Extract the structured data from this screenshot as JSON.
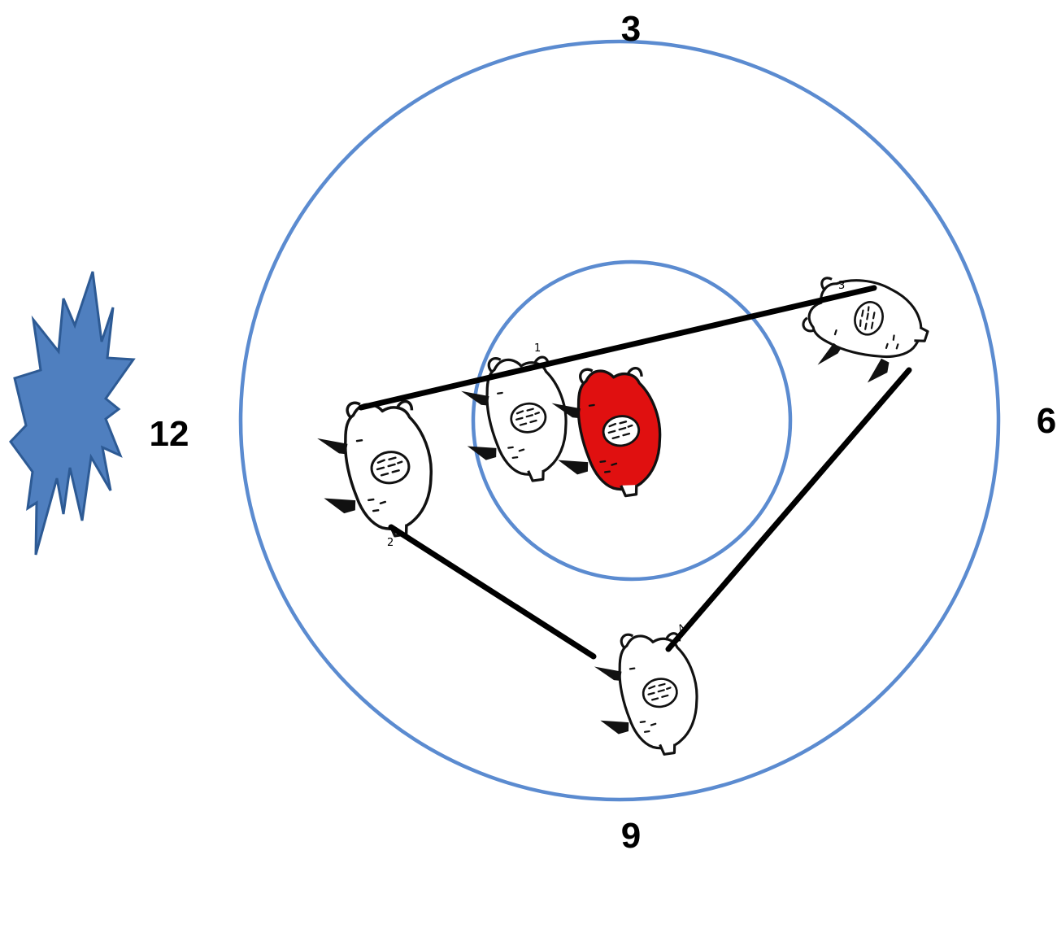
{
  "diagram": {
    "clock_positions": {
      "top": "3",
      "right": "6",
      "bottom": "9",
      "left": "12"
    },
    "markers": [
      {
        "id": "1",
        "label": "1"
      },
      {
        "id": "2",
        "label": "2"
      },
      {
        "id": "3",
        "label": "3"
      },
      {
        "id": "4",
        "label": "4"
      }
    ],
    "creatures": [
      {
        "id": "center-red",
        "color": "#e01010",
        "highlighted": true
      },
      {
        "id": "center-white",
        "color": "#ffffff",
        "highlighted": false
      },
      {
        "id": "left-white",
        "color": "#ffffff",
        "highlighted": false
      },
      {
        "id": "right-white",
        "color": "#ffffff",
        "highlighted": false
      },
      {
        "id": "bottom-white",
        "color": "#ffffff",
        "highlighted": false
      }
    ],
    "explosion_icon": "burst-icon",
    "colors": {
      "rings": "#5b8bd0",
      "guide_lines": "#4a78c0",
      "connectors": "#000000",
      "burst_fill": "#4f7fbf",
      "burst_stroke": "#2d5a94",
      "highlight_creature": "#e01010"
    }
  }
}
